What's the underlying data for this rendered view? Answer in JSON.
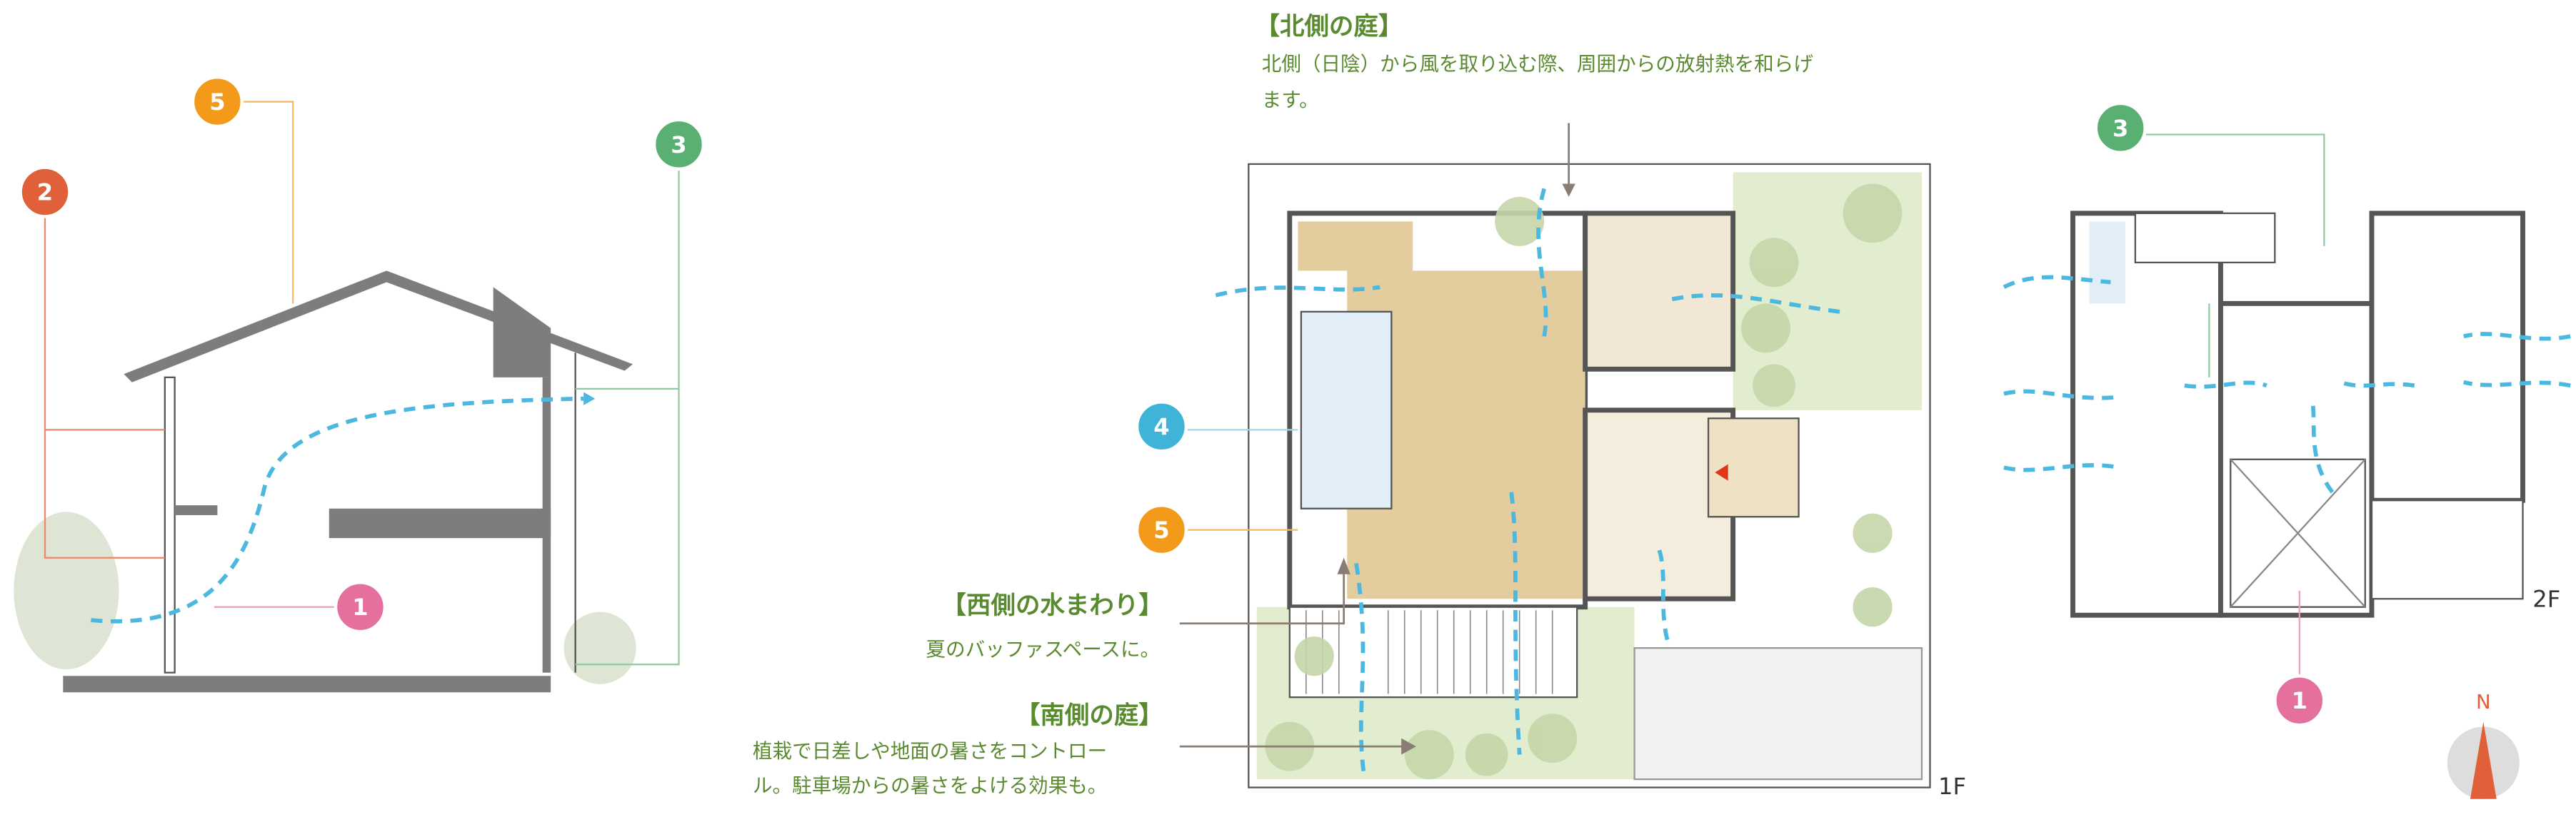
{
  "annotations": {
    "north_garden": {
      "title": "【北側の庭】",
      "lines": [
        "北側（日陰）から風を取り込む際、周囲からの放射熱を和らげ",
        "ます。"
      ]
    },
    "west_wet_area": {
      "title": "【西側の水まわり】",
      "lines": [
        "夏のバッファスペースに。"
      ]
    },
    "south_garden": {
      "title": "【南側の庭】",
      "lines": [
        "植栽で日差しや地面の暑さをコントロー",
        "ル。駐車場からの暑さをよける効果も。"
      ]
    }
  },
  "markers": [
    {
      "num": "1",
      "color": "#e5709e"
    },
    {
      "num": "2",
      "color": "#e0603a"
    },
    {
      "num": "3",
      "color": "#5aaf72"
    },
    {
      "num": "4",
      "color": "#3fb3d8"
    },
    {
      "num": "5",
      "color": "#f39a1a"
    }
  ],
  "floor_labels": {
    "first": "1F",
    "second": "2F"
  },
  "compass": {
    "label": "N",
    "color": "#e0603a"
  }
}
